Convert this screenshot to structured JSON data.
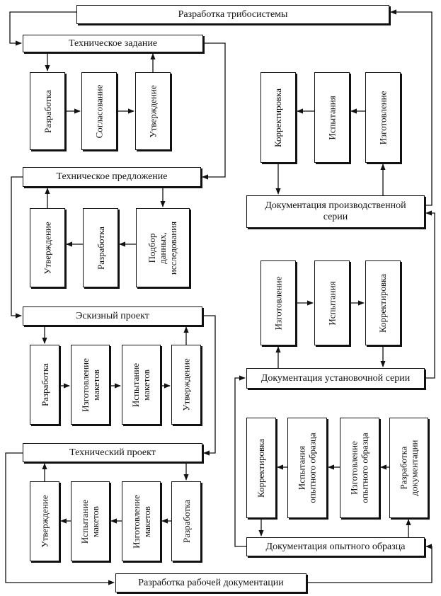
{
  "headers": {
    "tribosystem": "Разработка трибосистемы",
    "tech_task": "Техническое задание",
    "tech_proposal": "Техническое предложение",
    "sketch_project": "Эскизный проект",
    "tech_project": "Технический проект",
    "working_docs": "Разработка рабочей документации",
    "prototype_docs": "Документация опытного образца",
    "installation_docs": "Документация установочной серии",
    "production_docs": "Документация производственной\nсерии"
  },
  "steps": {
    "tt_develop": "Разработка",
    "tt_agree": "Согласование",
    "tt_approve": "Утверждение",
    "tp_approve": "Утверждение",
    "tp_develop": "Разработка",
    "tp_select": "Подбор\nданных,\nисследования",
    "sp_develop": "Разработка",
    "sp_make": "Изготовление\nмакетов",
    "sp_test": "Испытание\nмакетов",
    "sp_approve": "Утверждение",
    "tpr_approve": "Утверждение",
    "tpr_test": "Испытание\nмакетов",
    "tpr_make": "Изготовление\nмакетов",
    "tpr_develop": "Разработка",
    "prod_correct": "Корректировка",
    "prod_test": "Испытания",
    "prod_make": "Изготовление",
    "inst_make": "Изготовление",
    "inst_test": "Испытания",
    "inst_correct": "Корректировка",
    "proto_correct": "Корректировка",
    "proto_test": "Испытания\nопытного образца",
    "proto_make": "Изготовление\nопытного образца",
    "proto_develop": "Разработка\nдокументации"
  }
}
